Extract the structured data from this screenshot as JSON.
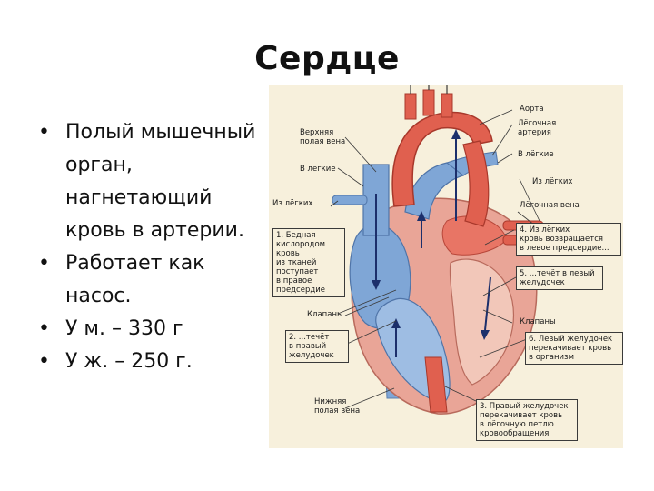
{
  "slide": {
    "title": "Сердце",
    "bullets": [
      {
        "marker": "•",
        "text": "Полый мышечный орган, нагнетающий кровь в артерии."
      },
      {
        "marker": "•",
        "text": "Работает как насос."
      },
      {
        "marker": "•",
        "text": "У м. – 330 г"
      },
      {
        "marker": "•",
        "text": "У ж. – 250 г."
      }
    ]
  },
  "figure": {
    "colors": {
      "background": "#f7f0dc",
      "artery_red": "#e0604f",
      "vein_blue": "#7fa6d6",
      "muscle_pink": "#e9a597",
      "arrow": "#1c2f6b"
    },
    "labels": {
      "superior_vena_cava": "Верхняя\nполая вена",
      "aorta": "Аорта",
      "pulmonary_artery": "Лёгочная\nартерия",
      "to_lungs": "В лёгкие",
      "to_lungs_left": "В лёгкие",
      "from_lungs_left": "Из лёгких",
      "from_lungs_right": "Из лёгких",
      "pulmonary_vein": "Лёгочная вена",
      "step1": "1. Бедная\nкислородом\nкровь\nиз тканей\nпоступает\nв правое\nпредсердие",
      "step2": "2. ...течёт\nв правый\nжелудочек",
      "step3": "3. Правый желудочек\nперекачивает кровь\nв лёгочную петлю\nкровообращения",
      "step4": "4. Из лёгких\nкровь возвращается\nв левое предсердие...",
      "step5": "5. ...течёт в левый\nжелудочек",
      "step6": "6. Левый желудочек\nперекачивает кровь\nв организм",
      "valves_left": "Клапаны",
      "valves_right": "Клапаны",
      "inferior_vena_cava": "Нижняя\nполая вена"
    }
  }
}
